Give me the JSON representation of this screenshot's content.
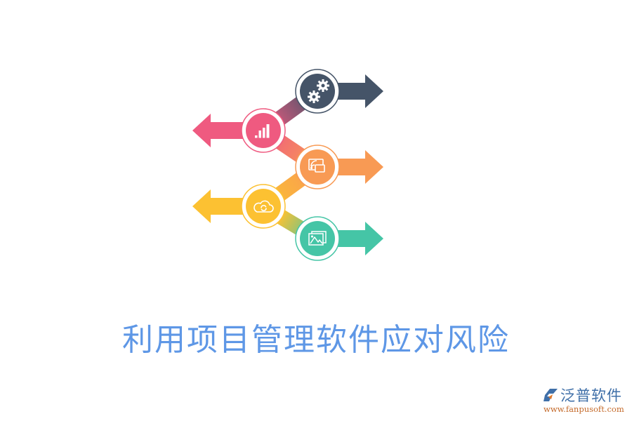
{
  "title": "利用项目管理软件应对风险",
  "logo": {
    "name": "泛普软件",
    "url": "www.fanpusoft.com",
    "colors": {
      "name": "#3f6fa8",
      "url": "#c46a2a",
      "mark": "#3f6fa8"
    }
  },
  "colors": {
    "title": "#5e97e6",
    "background": "#ffffff"
  },
  "steps": [
    {
      "index": 1,
      "icon": "gears-icon",
      "color": "#455468",
      "direction": "right"
    },
    {
      "index": 2,
      "icon": "bar-chart-icon",
      "color": "#ef5a80",
      "direction": "left"
    },
    {
      "index": 3,
      "icon": "screen-cast-icon",
      "color": "#f89a54",
      "direction": "right"
    },
    {
      "index": 4,
      "icon": "cloud-sync-icon",
      "color": "#fcc132",
      "direction": "left"
    },
    {
      "index": 5,
      "icon": "image-gallery-icon",
      "color": "#45c5a6",
      "direction": "right"
    }
  ]
}
